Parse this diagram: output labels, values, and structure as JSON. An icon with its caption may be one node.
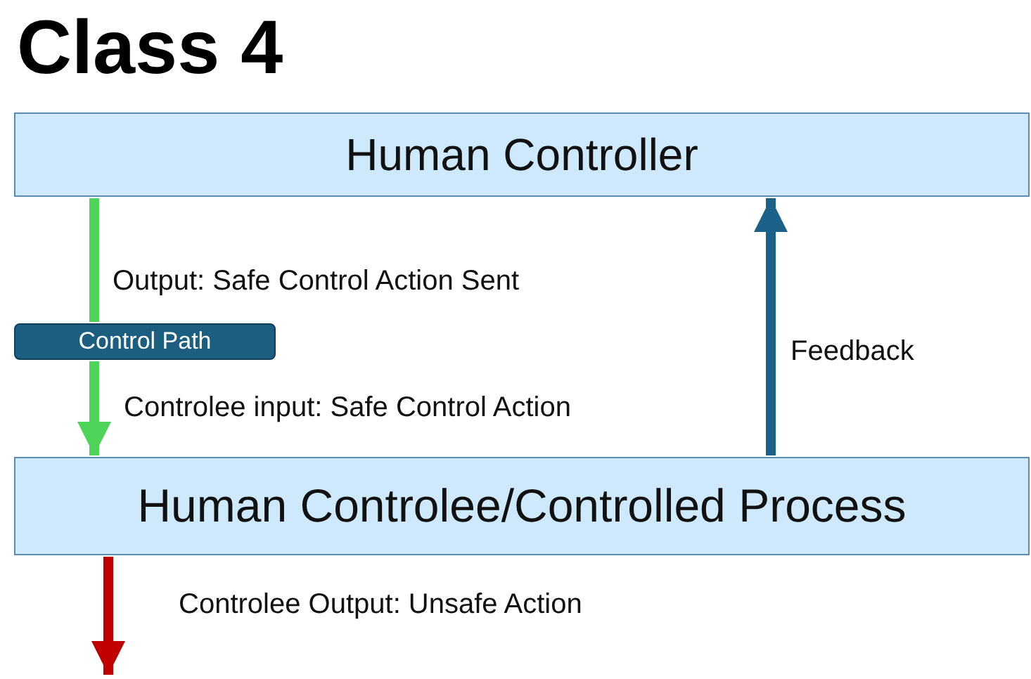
{
  "diagram": {
    "title": "Class 4",
    "nodes": [
      {
        "text": [
          "Human Controller"
        ]
      },
      {
        "text": [
          "Human Controlee/Controlled Process"
        ]
      },
      {
        "text": [
          "Control Path"
        ]
      }
    ],
    "edges": [
      {
        "from": 0,
        "to": 2,
        "arrow": "none",
        "label": "Output: Safe Control Action Sent",
        "color": "#4fd45a"
      },
      {
        "from": 2,
        "to": 1,
        "arrow": "to",
        "label": "Controlee input: Safe Control Action",
        "color": "#4fd45a"
      },
      {
        "from": 1,
        "to": 0,
        "arrow": "to",
        "label": "Feedback",
        "color": "#1c6187"
      },
      {
        "from": 1,
        "to": null,
        "arrow": "to",
        "label": "Controlee Output: Unsafe Action",
        "color": "#c00000"
      }
    ]
  }
}
